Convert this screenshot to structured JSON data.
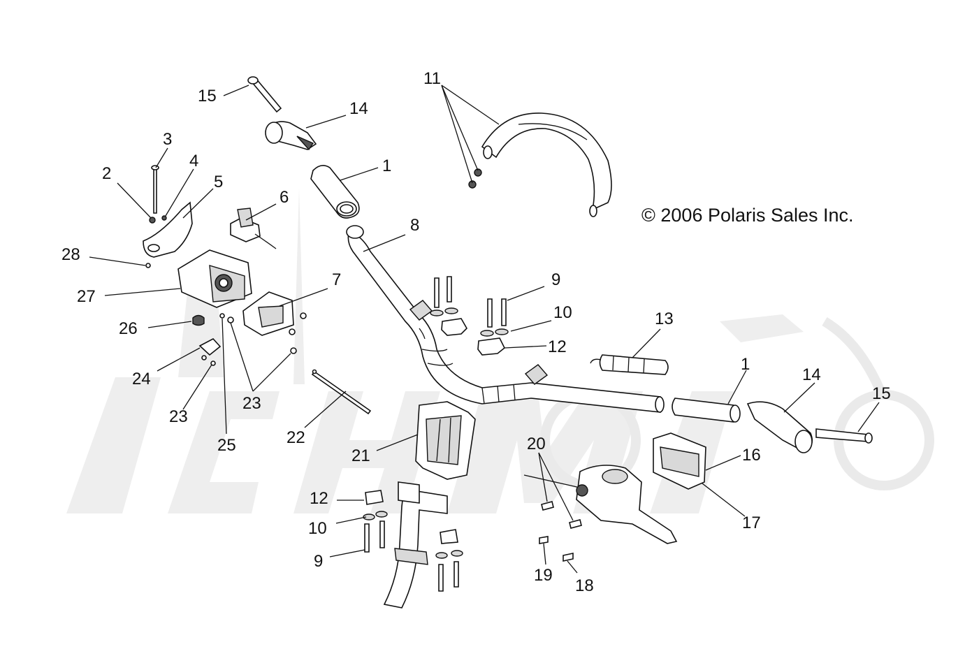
{
  "copyright": "© 2006 Polaris Sales Inc.",
  "callouts": [
    {
      "id": "c15a",
      "text": "15"
    },
    {
      "id": "c14a",
      "text": "14"
    },
    {
      "id": "c11",
      "text": "11"
    },
    {
      "id": "c3",
      "text": "3"
    },
    {
      "id": "c2",
      "text": "2"
    },
    {
      "id": "c4",
      "text": "4"
    },
    {
      "id": "c5",
      "text": "5"
    },
    {
      "id": "c1a",
      "text": "1"
    },
    {
      "id": "c6",
      "text": "6"
    },
    {
      "id": "c8",
      "text": "8"
    },
    {
      "id": "c28",
      "text": "28"
    },
    {
      "id": "c27",
      "text": "27"
    },
    {
      "id": "c7",
      "text": "7"
    },
    {
      "id": "c9a",
      "text": "9"
    },
    {
      "id": "c10a",
      "text": "10"
    },
    {
      "id": "c13",
      "text": "13"
    },
    {
      "id": "c26",
      "text": "26"
    },
    {
      "id": "c12a",
      "text": "12"
    },
    {
      "id": "c24",
      "text": "24"
    },
    {
      "id": "c1b",
      "text": "1"
    },
    {
      "id": "c14b",
      "text": "14"
    },
    {
      "id": "c15b",
      "text": "15"
    },
    {
      "id": "c23a",
      "text": "23"
    },
    {
      "id": "c23b",
      "text": "23"
    },
    {
      "id": "c22",
      "text": "22"
    },
    {
      "id": "c25",
      "text": "25"
    },
    {
      "id": "c21",
      "text": "21"
    },
    {
      "id": "c20",
      "text": "20"
    },
    {
      "id": "c16",
      "text": "16"
    },
    {
      "id": "c12b",
      "text": "12"
    },
    {
      "id": "c17",
      "text": "17"
    },
    {
      "id": "c10b",
      "text": "10"
    },
    {
      "id": "c9b",
      "text": "9"
    },
    {
      "id": "c19",
      "text": "19"
    },
    {
      "id": "c18",
      "text": "18"
    }
  ]
}
